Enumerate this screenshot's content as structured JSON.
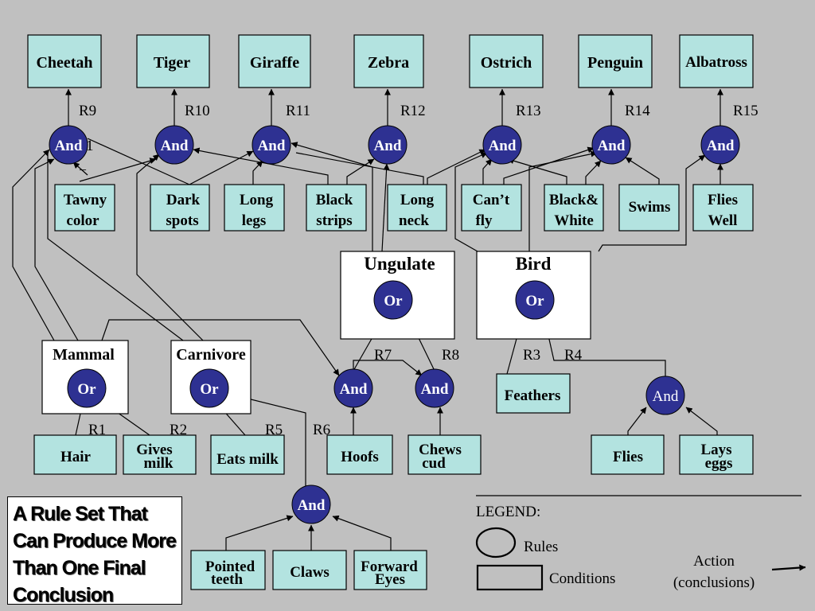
{
  "conclusions": [
    "Cheetah",
    "Tiger",
    "Giraffe",
    "Zebra",
    "Ostrich",
    "Penguin",
    "Albatross"
  ],
  "rule_ids": {
    "r1": "R1",
    "r2": "R2",
    "r3": "R3",
    "r4": "R4",
    "r5": "R5",
    "r6": "R6",
    "r7": "R7",
    "r8": "R8",
    "r9": "R9",
    "r10": "R10",
    "r11": "R11",
    "r12": "R12",
    "r13": "R13",
    "r14": "R14",
    "r15": "R15"
  },
  "facts_top": [
    [
      "Tawny",
      "color"
    ],
    [
      "Dark",
      "spots"
    ],
    [
      "Long",
      "legs"
    ],
    [
      "Black",
      "strips"
    ],
    [
      "Long",
      "neck"
    ],
    [
      "Can’t",
      "fly"
    ],
    [
      "Black&",
      "White"
    ],
    [
      "Swims"
    ],
    [
      "Flies",
      "Well"
    ]
  ],
  "groups": {
    "ungulate": "Ungulate",
    "bird": "Bird",
    "mammal": "Mammal",
    "carnivore": "Carnivore"
  },
  "facts_bottom": {
    "hair": "Hair",
    "gives_milk": [
      "Gives",
      "milk"
    ],
    "eats_milk": "Eats milk",
    "hoofs": "Hoofs",
    "chews_cud": [
      "Chews",
      "cud"
    ],
    "feathers": "Feathers",
    "flies": "Flies",
    "lays_eggs": [
      "Lays",
      "eggs"
    ],
    "pointed_teeth": [
      "Pointed",
      "teeth"
    ],
    "claws": "Claws",
    "forward_eyes": [
      "Forward",
      "Eyes"
    ]
  },
  "node_labels": {
    "and": "And",
    "or": "Or"
  },
  "legend": {
    "title": "LEGEND:",
    "rules": "Rules",
    "conditions": "Conditions",
    "action_line1": "Action",
    "action_line2": "(conclusions)"
  },
  "stray_marks": {
    "mark_and": "1",
    "mark_dash": "_"
  },
  "title_lines": [
    "A Rule Set That",
    "Can Produce More",
    "Than One Final",
    "Conclusion"
  ],
  "colors": {
    "background": "#c0c0c0",
    "box_fill": "#b3e3e0",
    "node_fill": "#2e3192",
    "group_fill": "#ffffff"
  }
}
